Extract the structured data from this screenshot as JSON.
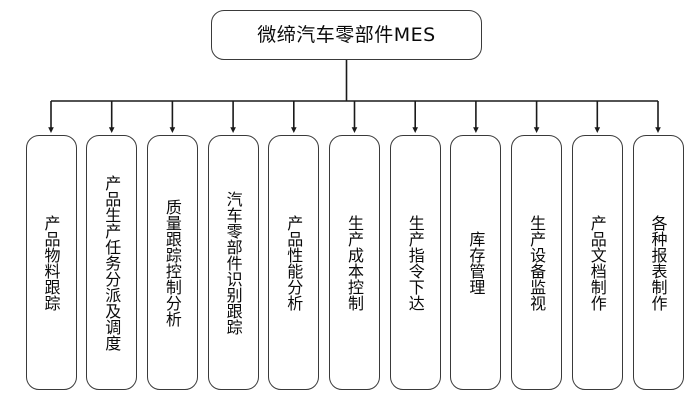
{
  "diagram": {
    "type": "tree",
    "title": "微缔汽车零部件MES",
    "orientation": "top-down",
    "colors": {
      "background": "#ffffff",
      "border": "#3a3a3a",
      "text": "#0a0a0a",
      "connector": "#1a1a1a"
    },
    "root": {
      "label": "微缔汽车零部件MES"
    },
    "children": [
      {
        "label": "产品物料跟踪"
      },
      {
        "label": "产品生产任务分派及调度"
      },
      {
        "label": "质量跟踪控制分析"
      },
      {
        "label": "汽车零部件识别跟踪"
      },
      {
        "label": "产品性能分析"
      },
      {
        "label": "生产成本控制"
      },
      {
        "label": "生产指令下达"
      },
      {
        "label": "库存管理"
      },
      {
        "label": "生产设备监视"
      },
      {
        "label": "产品文档制作"
      },
      {
        "label": "各种报表制作"
      }
    ]
  }
}
